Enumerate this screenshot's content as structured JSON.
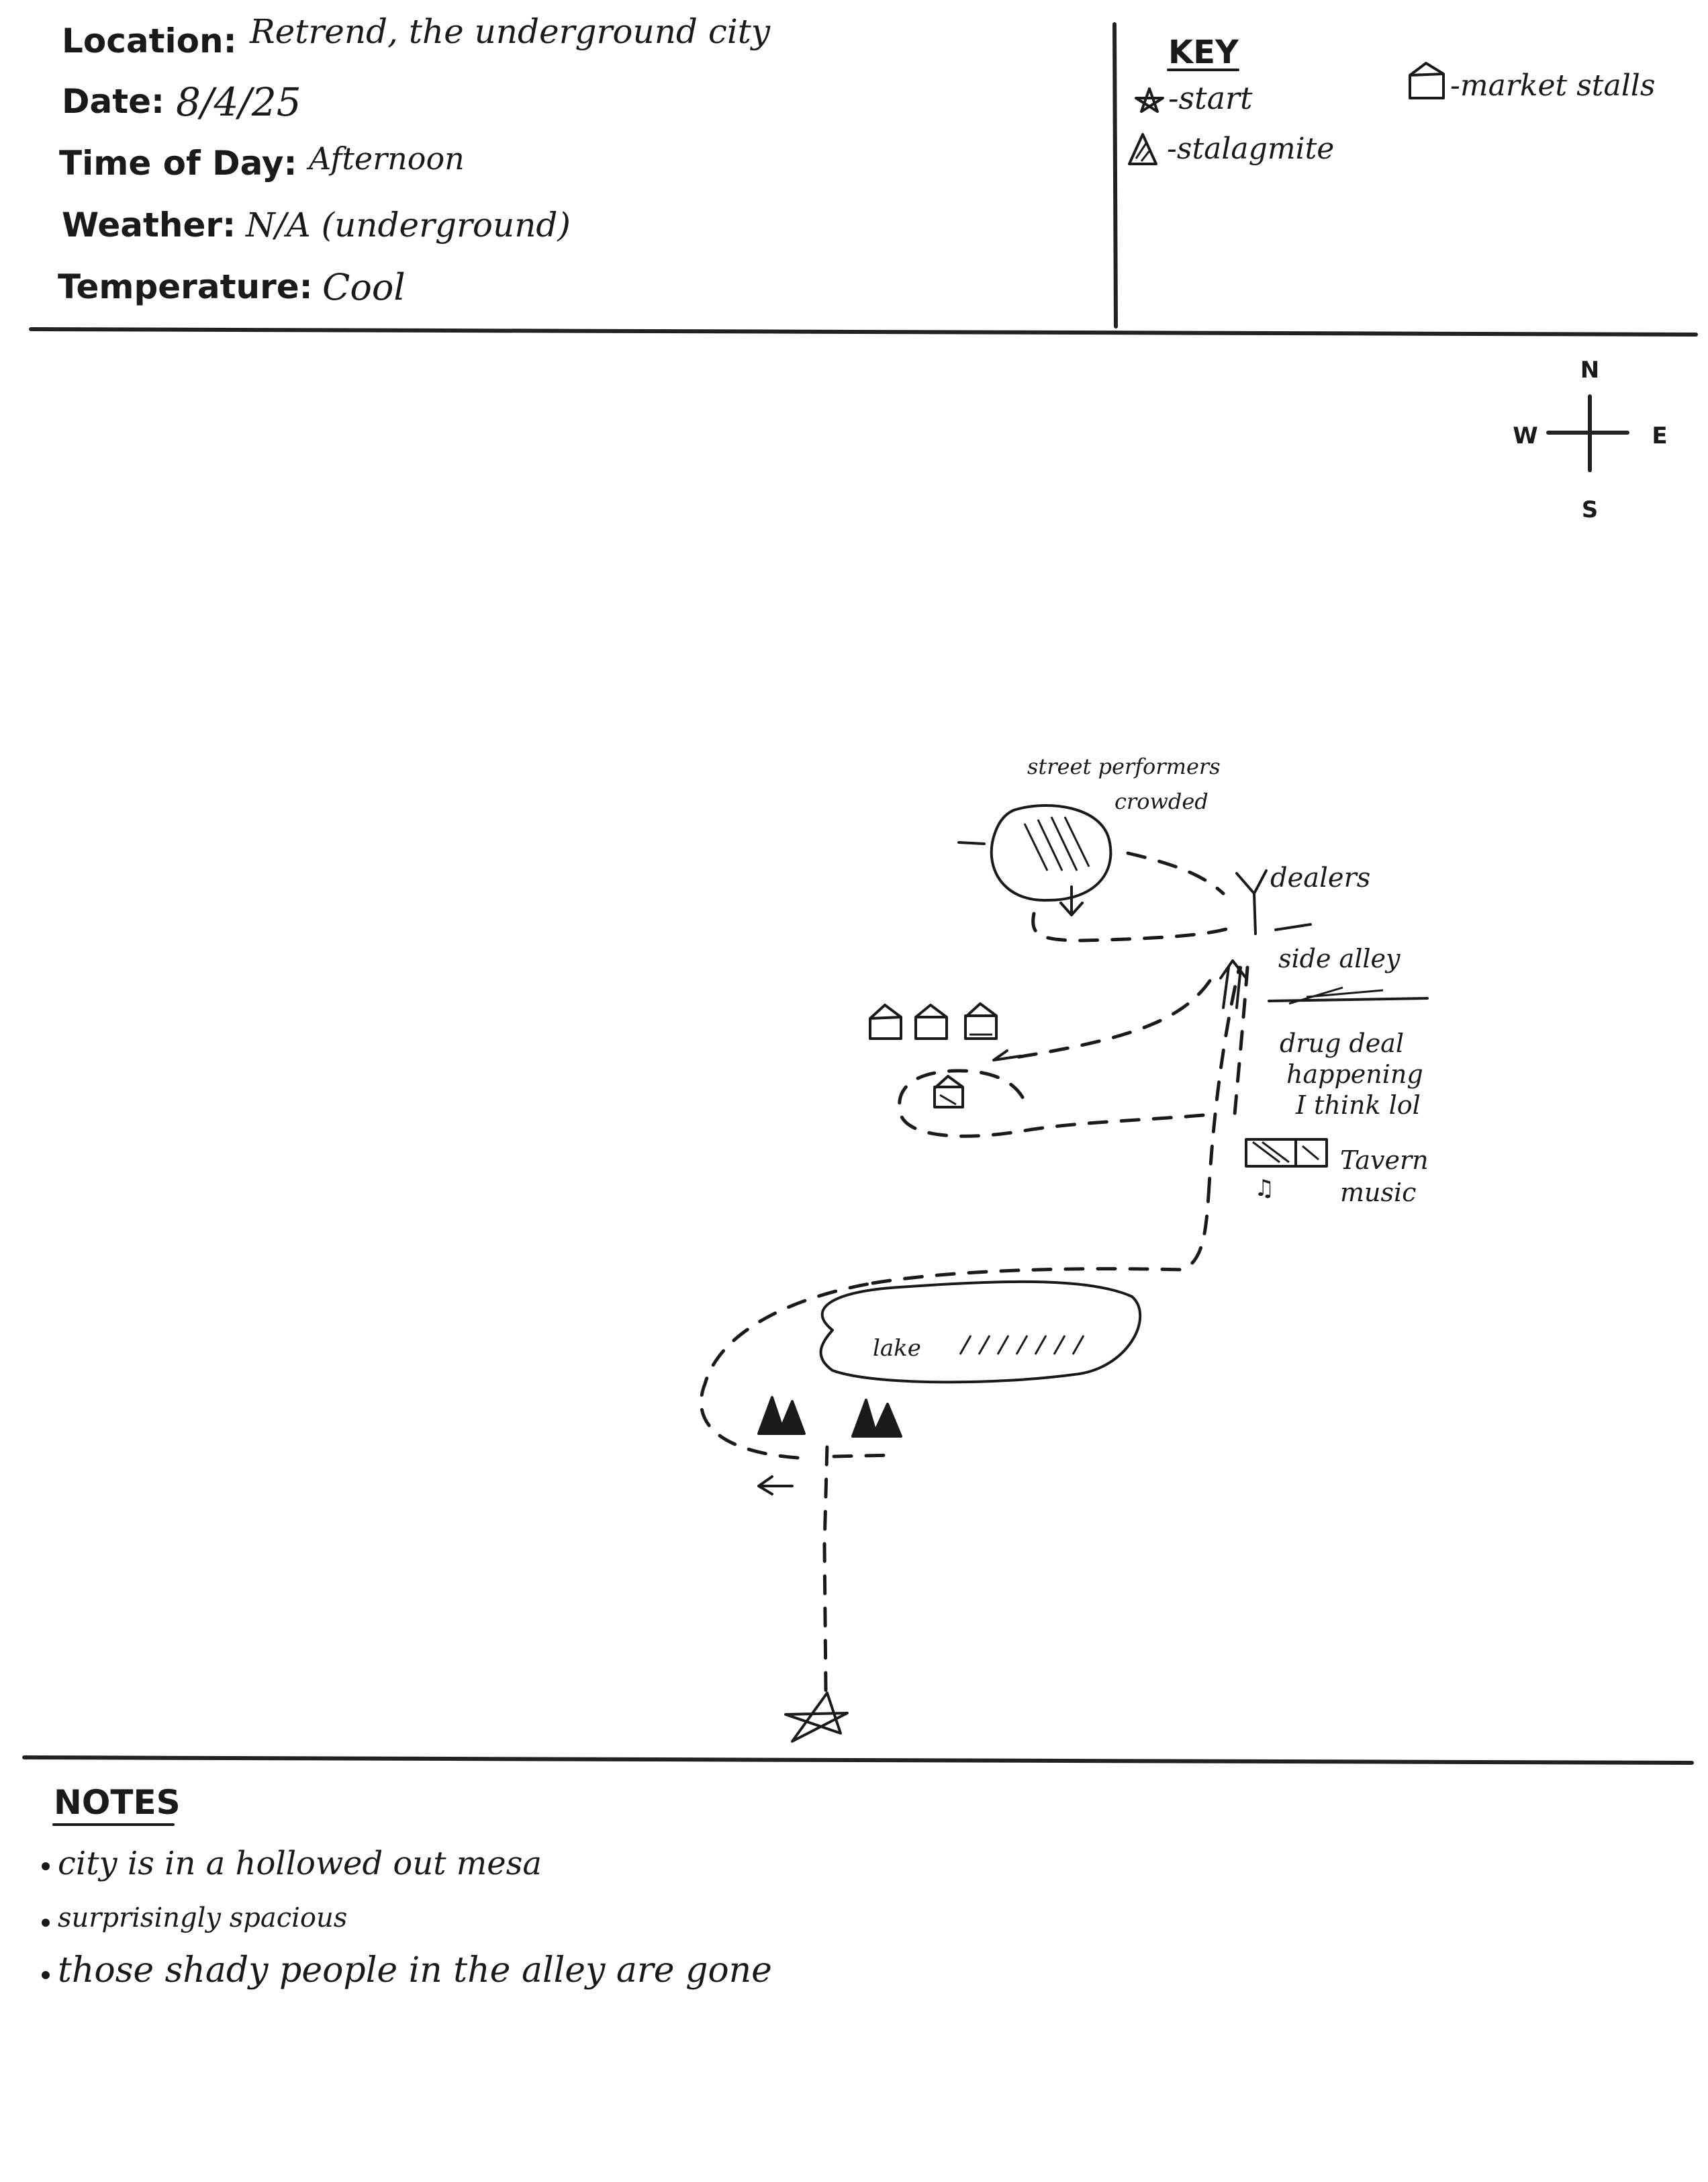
{
  "header": {
    "location_label": "Location:",
    "location_value": "Retrend, the underground city",
    "date_label": "Date:",
    "date_value": "8/4/25",
    "time_label": "Time of Day:",
    "time_value": "Afternoon",
    "weather_label": "Weather:",
    "weather_value": "N/A (underground)",
    "temperature_label": "Temperature:",
    "temperature_value": "Cool"
  },
  "key": {
    "title": "KEY",
    "items": [
      {
        "icon": "star-icon",
        "label": "-start"
      },
      {
        "icon": "stalagmite-icon",
        "label": "-stalagmite"
      },
      {
        "icon": "market-stall-icon",
        "label": "-market stalls"
      }
    ]
  },
  "compass": {
    "n": "N",
    "e": "E",
    "s": "S",
    "w": "W"
  },
  "map": {
    "labels": {
      "street_performers": "street performers",
      "crowded": "crowded",
      "dealers": "dealers",
      "side_alley": "side alley",
      "drug_deal": "drug deal",
      "happening": "happening",
      "i_think": "I think lol",
      "tavern": "Tavern",
      "music": "music",
      "lake": "lake"
    }
  },
  "notes": {
    "title": "NOTES",
    "items": [
      "city is in a hollowed out mesa",
      "surprisingly spacious",
      "those shady people in the alley are gone"
    ]
  }
}
